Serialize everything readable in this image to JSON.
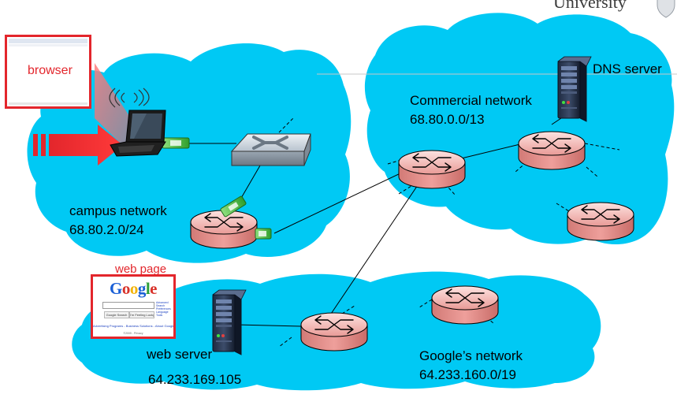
{
  "header": {
    "university_text": "University"
  },
  "browser": {
    "label": "browser"
  },
  "web_page": {
    "caption": "web page",
    "logo_text": "Google",
    "search_button": "Google Search",
    "lucky_button": "I'm Feeling Lucky",
    "side_links": [
      "Advanced Search",
      "Preferences",
      "Language Tools"
    ],
    "footer_links": "Advertising Programs - Business Solutions - About Google",
    "copyright": "©2009 - Privacy"
  },
  "networks": {
    "campus": {
      "name": "campus network",
      "subnet": "68.80.2.0/24"
    },
    "commercial": {
      "name": "Commercial network",
      "subnet": "68.80.0.0/13"
    },
    "google": {
      "name": "Google’s network",
      "subnet": "64.233.160.0/19"
    }
  },
  "servers": {
    "dns": {
      "label": "DNS server"
    },
    "web": {
      "label": "web server",
      "ip": "64.233.169.105"
    }
  },
  "colors": {
    "cloud": "#00c9f4",
    "router": "#f0a8a4",
    "router_dark": "#cc6f6b",
    "highlight_red": "#e3262c",
    "link_green": "#37b034"
  }
}
